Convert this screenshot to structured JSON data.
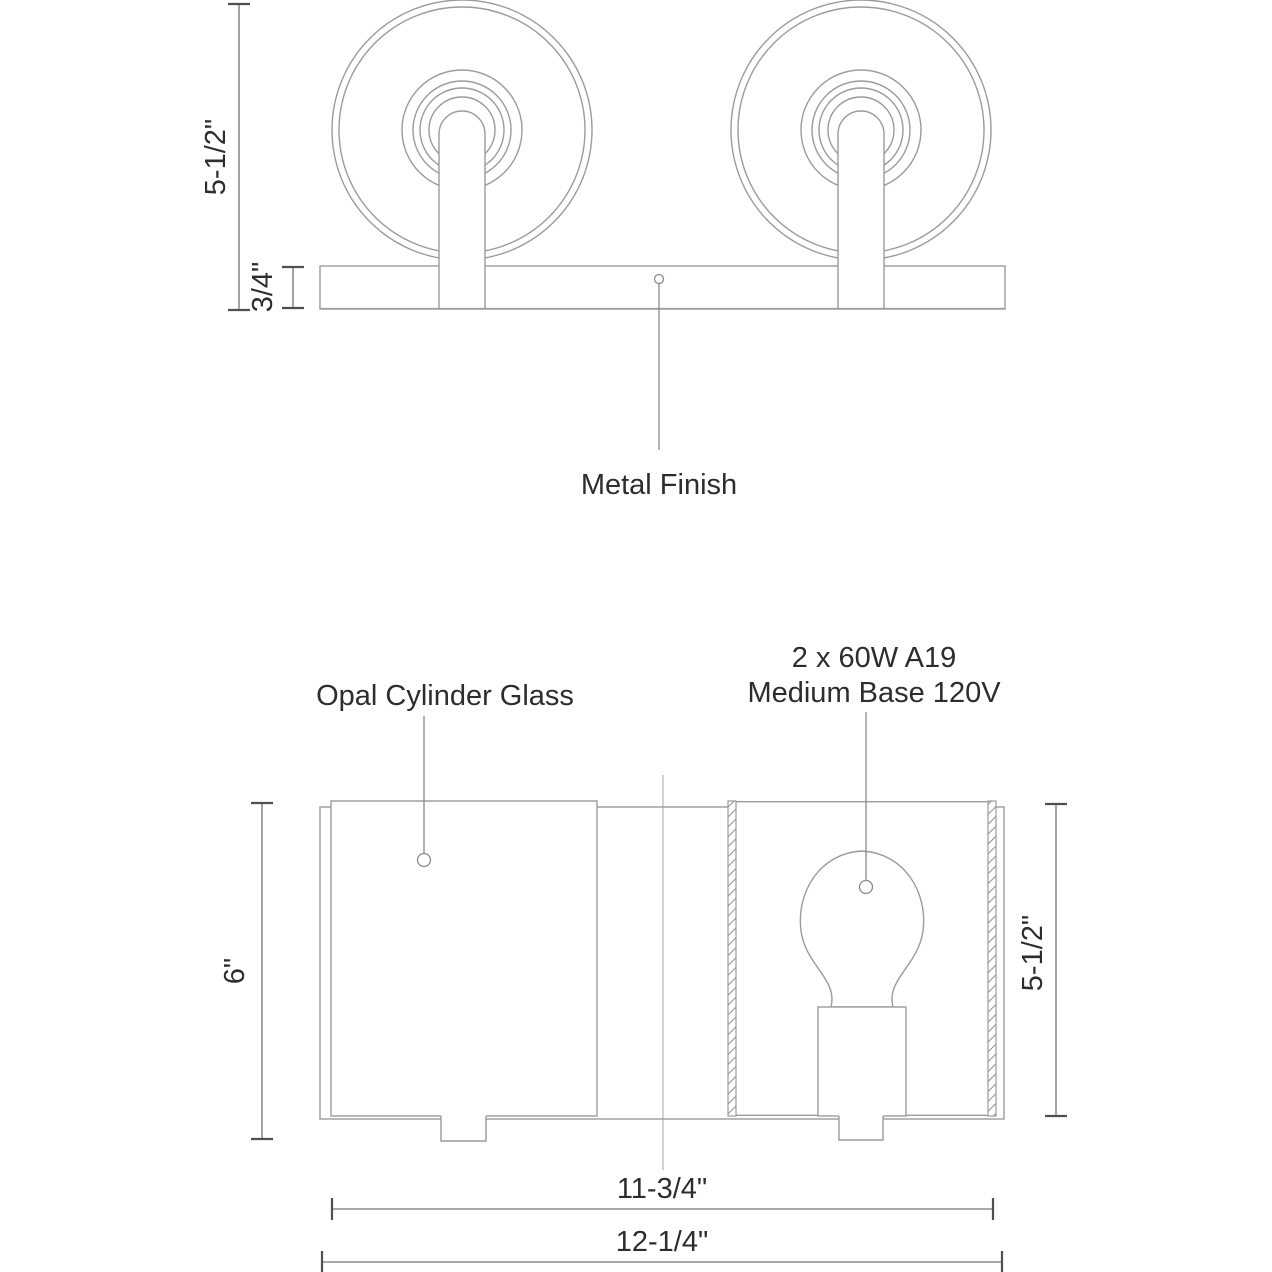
{
  "drawing": {
    "product": "two-light wall vanity fixture technical drawing",
    "colors": {
      "background": "#ffffff",
      "drawing_line": "#9b9b9b",
      "dimension_line": "#8c8c8c",
      "tick": "#4f4f4f",
      "text": "#2d2d2d"
    },
    "top_view": {
      "callout_metal_finish": "Metal Finish",
      "dim_projection": "5-1/2\"",
      "dim_plate_thickness": "3/4\""
    },
    "front_view": {
      "callout_glass": "Opal Cylinder Glass",
      "callout_bulb_line1": "2 x 60W A19",
      "callout_bulb_line2": "Medium Base 120V",
      "dim_overall_height": "6\"",
      "dim_glass_height": "5-1/2\"",
      "dim_glass_span": "11-3/4\"",
      "dim_overall_width": "12-1/4\""
    }
  }
}
